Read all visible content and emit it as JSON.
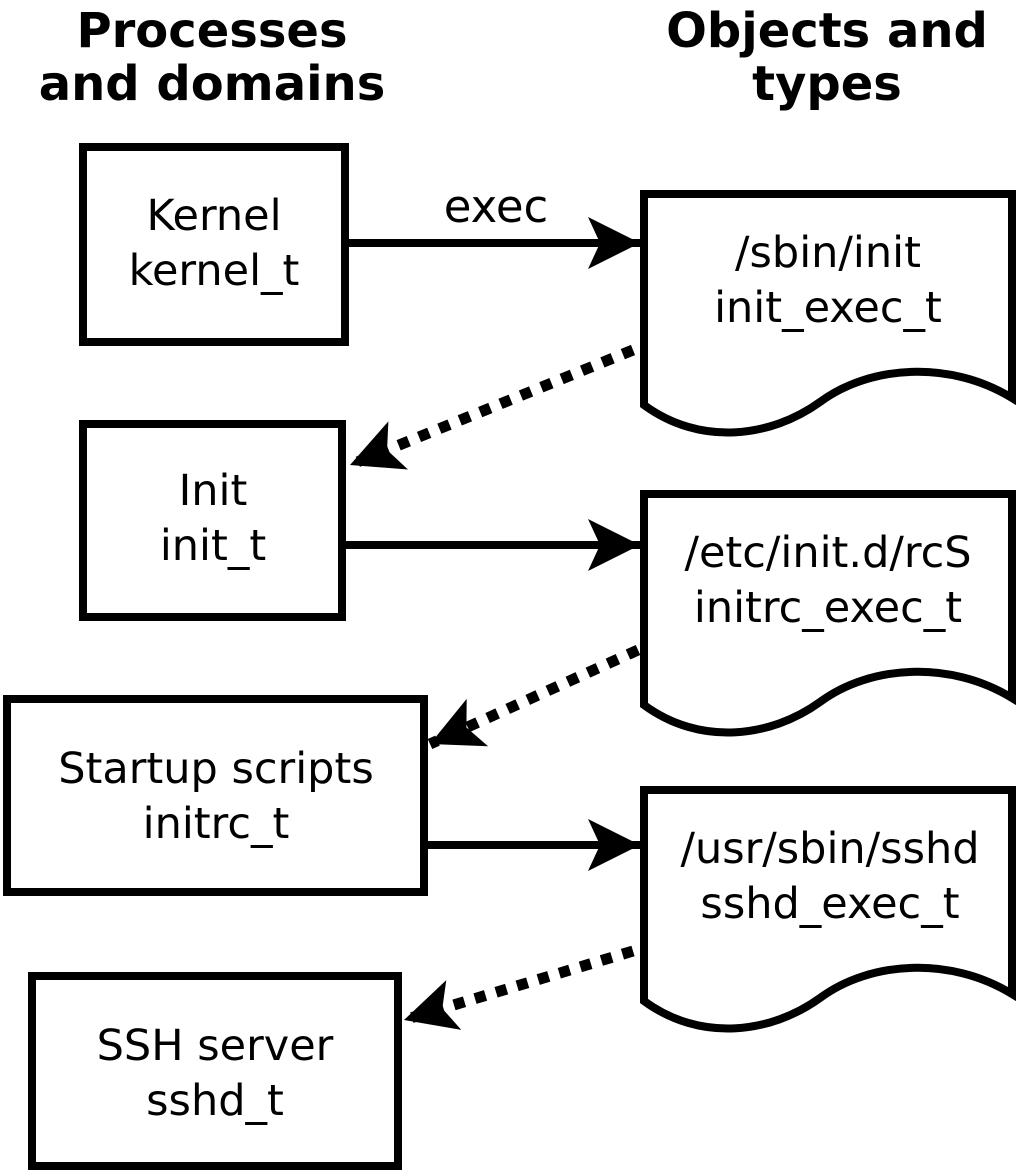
{
  "columns": {
    "left_heading": {
      "line1": "Processes",
      "line2": "and domains"
    },
    "right_heading": {
      "line1": "Objects and",
      "line2": "types"
    }
  },
  "processes": [
    {
      "label": "Kernel",
      "domain": "kernel_t"
    },
    {
      "label": "Init",
      "domain": "init_t"
    },
    {
      "label": "Startup scripts",
      "domain": "initrc_t"
    },
    {
      "label": "SSH server",
      "domain": "sshd_t"
    }
  ],
  "objects": [
    {
      "path": "/sbin/init",
      "type": "init_exec_t"
    },
    {
      "path": "/etc/init.d/rcS",
      "type": "initrc_exec_t"
    },
    {
      "path": "/usr/sbin/sshd",
      "type": "sshd_exec_t"
    }
  ],
  "edges": {
    "exec_label": "exec",
    "solid": [
      {
        "from": "Kernel kernel_t",
        "to": "/sbin/init init_exec_t",
        "label": "exec"
      },
      {
        "from": "Init init_t",
        "to": "/etc/init.d/rcS initrc_exec_t",
        "label": ""
      },
      {
        "from": "Startup scripts initrc_t",
        "to": "/usr/sbin/sshd sshd_exec_t",
        "label": ""
      }
    ],
    "dotted": [
      {
        "from": "/sbin/init init_exec_t",
        "to": "Init init_t"
      },
      {
        "from": "/etc/init.d/rcS initrc_exec_t",
        "to": "Startup scripts initrc_t"
      },
      {
        "from": "/usr/sbin/sshd sshd_exec_t",
        "to": "SSH server sshd_t"
      }
    ]
  },
  "colors": {
    "stroke": "#000000",
    "fill": "#ffffff",
    "text": "#000000",
    "background": "#ffffff"
  }
}
